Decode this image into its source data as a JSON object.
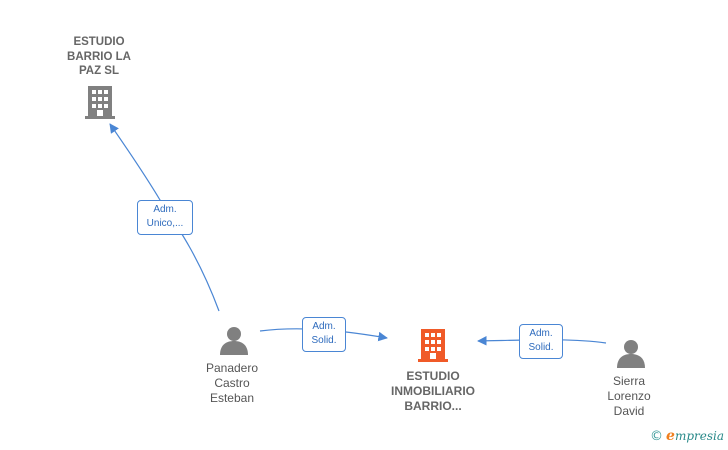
{
  "nodes": {
    "estudio_barrio_la_paz": {
      "label": "ESTUDIO\nBARRIO LA\nPAZ  SL",
      "type": "company"
    },
    "estudio_inmobiliario": {
      "label": "ESTUDIO\nINMOBILIARIO\nBARRIO...",
      "type": "company-main"
    },
    "panadero": {
      "label": "Panadero\nCastro\nEsteban",
      "type": "person"
    },
    "sierra": {
      "label": "Sierra\nLorenzo\nDavid",
      "type": "person"
    }
  },
  "edges": {
    "panadero_to_barrio_la_paz": {
      "label": "Adm.\nUnico,..."
    },
    "panadero_to_inmobiliario": {
      "label": "Adm.\nSolid."
    },
    "sierra_to_inmobiliario": {
      "label": "Adm.\nSolid."
    }
  },
  "icons": {
    "company": "building-icon",
    "person": "person-icon"
  },
  "colors": {
    "company_icon": "#808080",
    "main_company_icon": "#f05a28",
    "person_icon": "#808080",
    "edge": "#4a86d4"
  },
  "brand": {
    "copyright": "©",
    "name_initial": "e",
    "name_rest": "mpresia"
  }
}
